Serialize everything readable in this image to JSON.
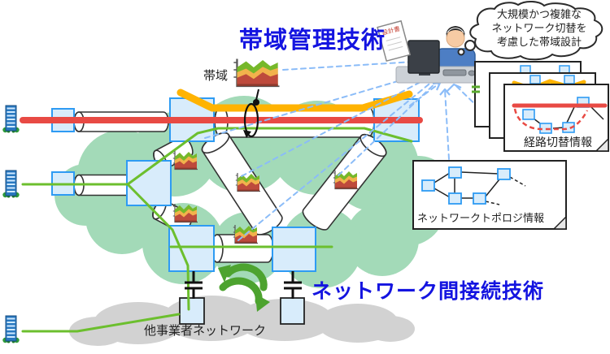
{
  "labels": {
    "title": "帯域管理技術",
    "bottom_title": "ネットワーク間接続技術",
    "bandwidth": "帯域",
    "other_carrier_network": "他事業者ネットワーク",
    "route_switch_info": "経路切替情報",
    "network_topology_info": "ネットワークトポロジ情報",
    "design_doc": "設計書"
  },
  "thought_bubble": {
    "lines": [
      "大規模かつ複雑な",
      "ネットワーク切替を",
      "考慮した帯域設計"
    ]
  },
  "icons": {
    "building-icon": "office-building",
    "traffic-chart-icon": "stacked-area-chart",
    "rotation-icon": "loop-arrow",
    "exchange-icon": "recycle-arrows",
    "operator-icon": "person-at-computer",
    "document-icon": "design-document-sheet",
    "thought-bubble-icon": "cloud-bubble",
    "capacitor-icon": "interconnect-gap"
  },
  "colors": {
    "page_bg": "#ffffff",
    "title_blue": "#1414e0",
    "red_path": "#e84a44",
    "orange_path": "#ffb301",
    "green_path": "#6cbf2e",
    "network_cloud": "#a3dab8",
    "carrier_cloud": "#d2d2d2",
    "node_fill": "#d8ecfb",
    "node_border": "#2e9bf3",
    "dashed_link": "#8bbcf8",
    "chart_red": "#be4a3c",
    "chart_orange": "#f2b24c",
    "chart_green": "#76b82a",
    "recycle_green": "#4da32f",
    "pipe_stroke": "#333333"
  }
}
